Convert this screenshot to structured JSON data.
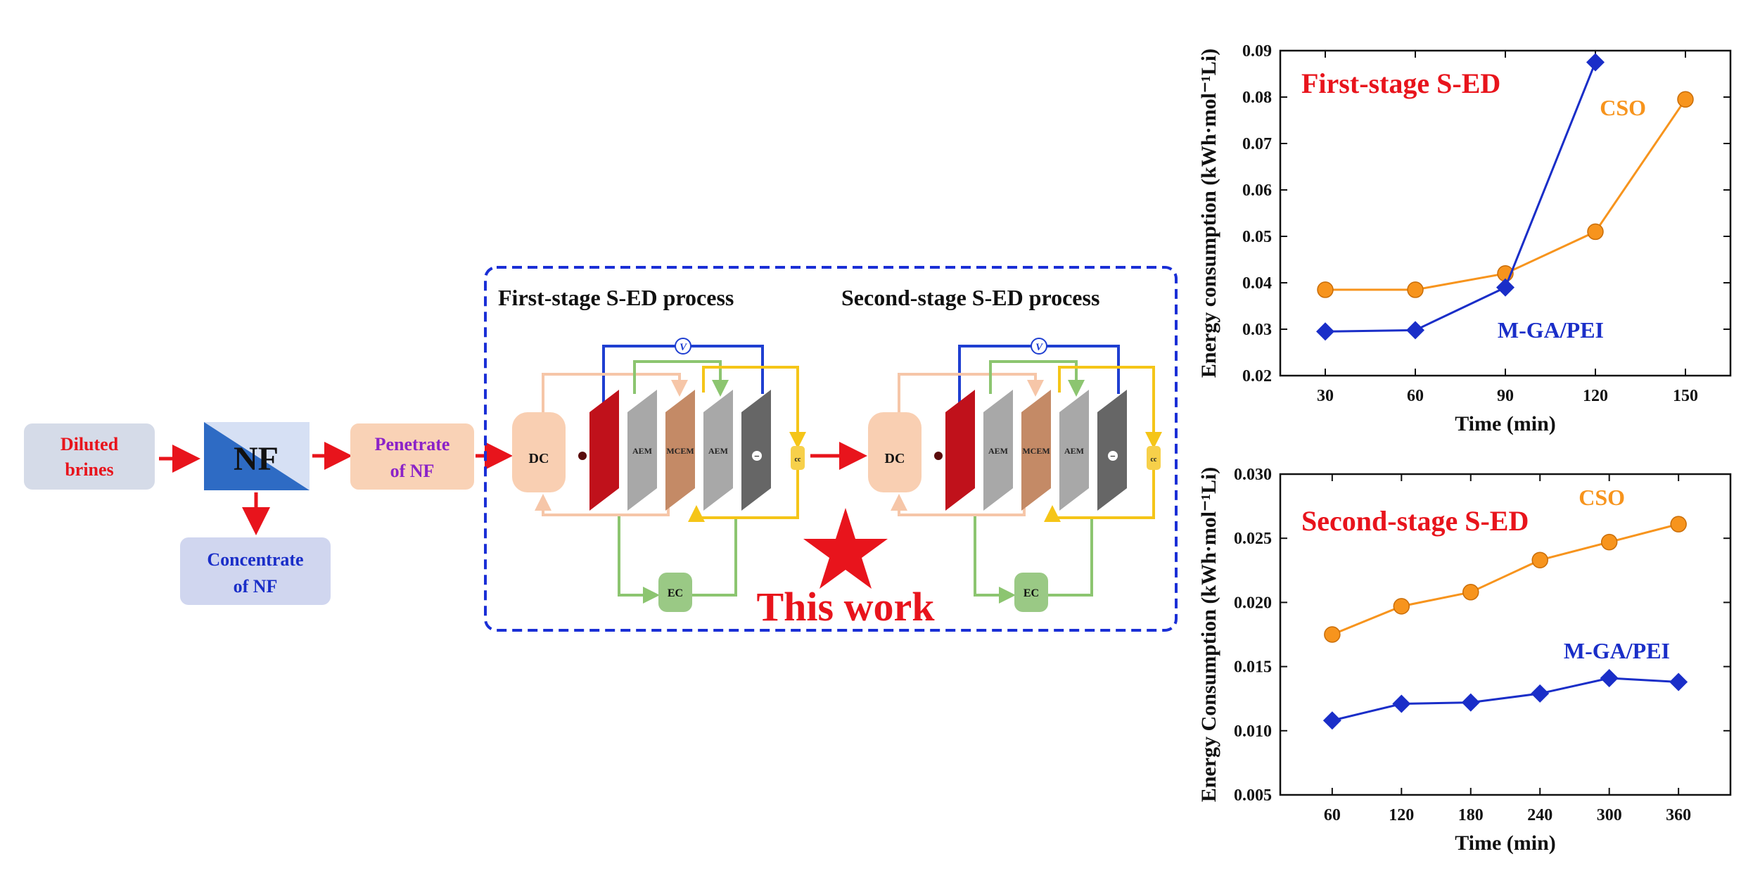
{
  "flow": {
    "diluted_brines": [
      "Diluted",
      "brines"
    ],
    "nf": "NF",
    "penetrate": [
      "Penetrate",
      "of NF"
    ],
    "concentrate": [
      "Concentrate",
      "of NF"
    ]
  },
  "sed_box": {
    "stage1_title": "First-stage S-ED process",
    "stage2_title": "Second-stage S-ED process",
    "this_work": "This work",
    "components": {
      "dc": "DC",
      "ec": "EC",
      "cc": "cc",
      "aem": "AEM",
      "mcem": "MCEM",
      "voltmeter": "V",
      "minus": "−"
    }
  },
  "colors": {
    "red_arrow": "#e8141c",
    "blue_dash": "#1a2fd6",
    "cso": "#f7941d",
    "mga": "#1a2ec8",
    "title_red": "#e8141c"
  },
  "chart_data": [
    {
      "type": "line",
      "title": "First-stage S-ED",
      "xlabel": "Time (min)",
      "ylabel": "Energy consumption (kWh·mol⁻¹Li)",
      "xlim": [
        15,
        165
      ],
      "ylim": [
        0.02,
        0.09
      ],
      "xticks": [
        30,
        60,
        90,
        120,
        150
      ],
      "yticks": [
        0.02,
        0.03,
        0.04,
        0.05,
        0.06,
        0.07,
        0.08,
        0.09
      ],
      "ytick_labels": [
        "0.02",
        "0.03",
        "0.04",
        "0.05",
        "0.06",
        "0.07",
        "0.08",
        "0.09"
      ],
      "series": [
        {
          "name": "CSO",
          "marker": "circle",
          "x": [
            30,
            60,
            90,
            120,
            150
          ],
          "y": [
            0.0385,
            0.0385,
            0.042,
            0.051,
            0.0795
          ]
        },
        {
          "name": "M-GA/PEI",
          "marker": "diamond",
          "x": [
            30,
            60,
            90,
            120
          ],
          "y": [
            0.0295,
            0.0298,
            0.039,
            0.0875
          ]
        }
      ]
    },
    {
      "type": "line",
      "title": "Second-stage S-ED",
      "xlabel": "Time (min)",
      "ylabel": "Energy Consumption (kWh·mol⁻¹Li)",
      "xlim": [
        15,
        405
      ],
      "ylim": [
        0.005,
        0.03
      ],
      "xticks": [
        60,
        120,
        180,
        240,
        300,
        360
      ],
      "yticks": [
        0.005,
        0.01,
        0.015,
        0.02,
        0.025,
        0.03
      ],
      "ytick_labels": [
        "0.005",
        "0.010",
        "0.015",
        "0.020",
        "0.025",
        "0.030"
      ],
      "series": [
        {
          "name": "CSO",
          "marker": "circle",
          "x": [
            60,
            120,
            180,
            240,
            300,
            360
          ],
          "y": [
            0.0175,
            0.0197,
            0.0208,
            0.0233,
            0.0247,
            0.0261
          ]
        },
        {
          "name": "M-GA/PEI",
          "marker": "diamond",
          "x": [
            60,
            120,
            180,
            240,
            300,
            360
          ],
          "y": [
            0.0108,
            0.0121,
            0.0122,
            0.0129,
            0.0141,
            0.0138
          ]
        }
      ]
    }
  ]
}
